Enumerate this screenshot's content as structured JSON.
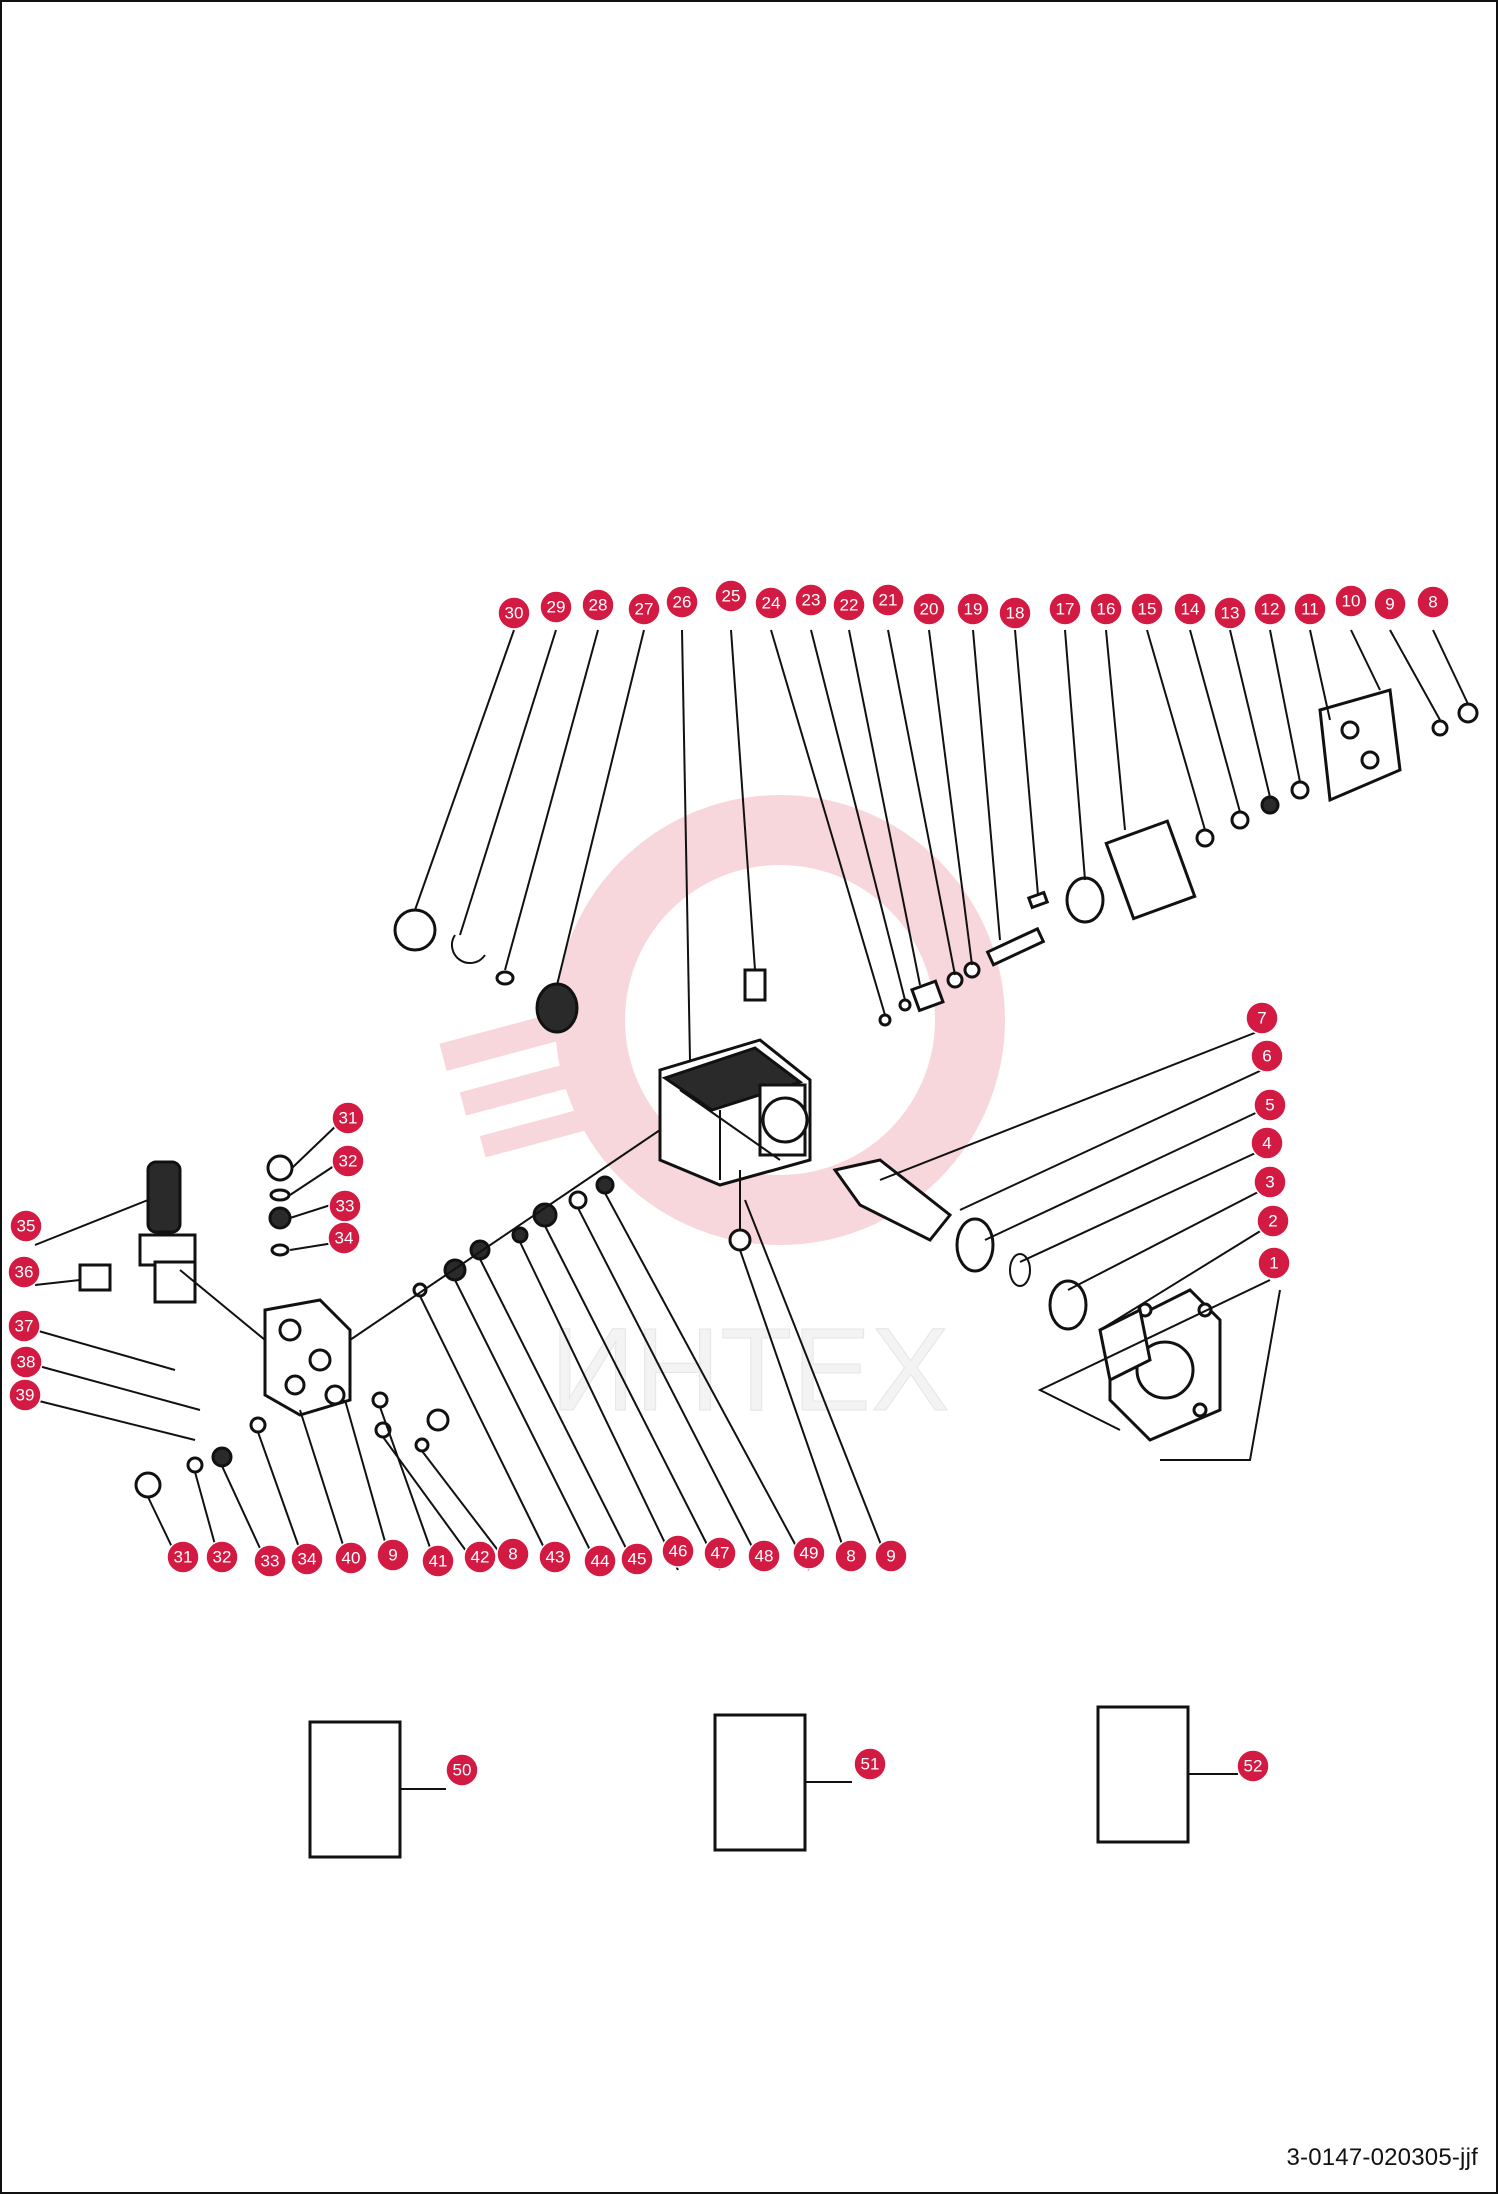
{
  "document": {
    "code": "3-0147-020305-jjf",
    "watermark_text": "ИНТЕХ"
  },
  "callouts": {
    "top_row": [
      "30",
      "29",
      "28",
      "27",
      "26",
      "25",
      "24",
      "23",
      "22",
      "21",
      "20",
      "19",
      "18",
      "17",
      "16",
      "15",
      "14",
      "13",
      "12",
      "11",
      "10",
      "9",
      "8"
    ],
    "right_column": [
      "7",
      "6",
      "5",
      "4",
      "3",
      "2",
      "1"
    ],
    "left_column_upper": [
      "31",
      "32",
      "33",
      "34"
    ],
    "left_column_side": [
      "35",
      "36",
      "37",
      "38",
      "39"
    ],
    "bottom_row": [
      "31",
      "32",
      "33",
      "34",
      "40",
      "9",
      "41",
      "42",
      "8",
      "43",
      "44",
      "45",
      "46",
      "47",
      "48",
      "49",
      "8",
      "9"
    ],
    "boxes": [
      "50",
      "51",
      "52"
    ]
  },
  "colors": {
    "callout_fill": "#d31a42",
    "line": "#111111",
    "watermark": "#f2b7bf"
  }
}
